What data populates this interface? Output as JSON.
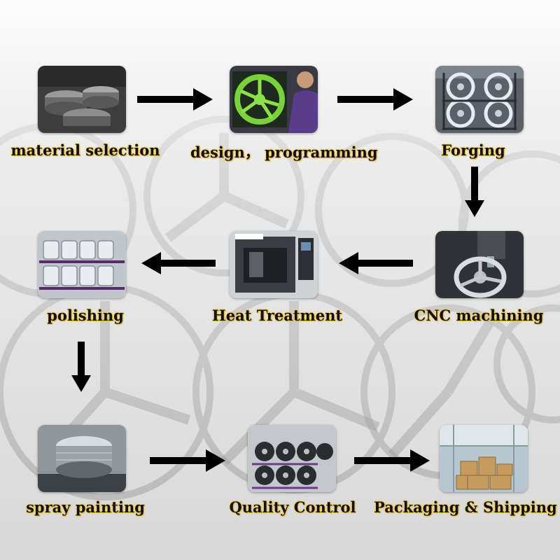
{
  "steps": [
    {
      "label": "material selection",
      "icon": "stacked-rim-blanks-photo"
    },
    {
      "label": "design， programming",
      "icon": "cad-wheel-design-photo"
    },
    {
      "label": "Forging",
      "icon": "wheel-rack-photo"
    },
    {
      "label": "CNC machining",
      "icon": "cnc-lathe-photo"
    },
    {
      "label": "Heat Treatment",
      "icon": "machining-center-photo"
    },
    {
      "label": "polishing",
      "icon": "polished-rims-rack-photo"
    },
    {
      "label": "spray painting",
      "icon": "painted-rim-photo"
    },
    {
      "label": "Quality Control",
      "icon": "inspection-racks-photo"
    },
    {
      "label": "Packaging & Shipping",
      "icon": "warehouse-boxes-photo"
    }
  ],
  "colors": {
    "arrow": "#000000",
    "label_text": "#111111",
    "label_glow": "#f3c94a",
    "background": "#d9d9d9"
  }
}
